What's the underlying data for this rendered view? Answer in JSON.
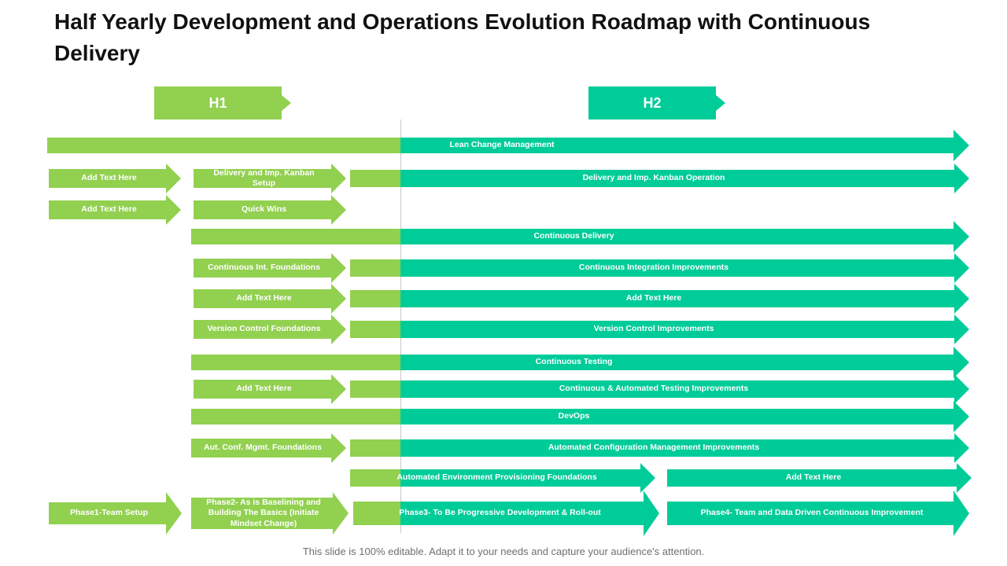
{
  "title": "Half Yearly Development and Operations Evolution Roadmap with Continuous Delivery",
  "footer": "This slide is 100% editable. Adapt it to your needs and capture your audience's attention.",
  "colors": {
    "h1": "#92d050",
    "h2": "#00cc99"
  },
  "halves": {
    "h1": "H1",
    "h2": "H2"
  },
  "rows": [
    {
      "id": "lean-change",
      "items": [
        {
          "type": "bar",
          "label": "Lean Change Management"
        }
      ]
    },
    {
      "id": "delivery-kanban",
      "items": [
        {
          "type": "arrow",
          "label": "Add Text Here"
        },
        {
          "type": "arrow",
          "label": "Delivery and Imp.  Kanban Setup"
        },
        {
          "type": "bar",
          "label": "Delivery and Imp.  Kanban Operation"
        }
      ]
    },
    {
      "id": "quick-wins",
      "items": [
        {
          "type": "arrow",
          "label": "Add Text Here"
        },
        {
          "type": "arrow",
          "label": "Quick Wins"
        }
      ]
    },
    {
      "id": "continuous-delivery",
      "items": [
        {
          "type": "bar",
          "label": "Continuous Delivery"
        }
      ]
    },
    {
      "id": "continuous-integration",
      "items": [
        {
          "type": "arrow",
          "label": "Continuous Int. Foundations"
        },
        {
          "type": "bar",
          "label": "Continuous Integration Improvements"
        }
      ]
    },
    {
      "id": "add-text-row",
      "items": [
        {
          "type": "arrow",
          "label": "Add Text Here"
        },
        {
          "type": "bar",
          "label": "Add Text Here"
        }
      ]
    },
    {
      "id": "version-control",
      "items": [
        {
          "type": "arrow",
          "label": "Version Control Foundations"
        },
        {
          "type": "bar",
          "label": "Version Control Improvements"
        }
      ]
    },
    {
      "id": "continuous-testing",
      "items": [
        {
          "type": "bar",
          "label": "Continuous Testing"
        }
      ]
    },
    {
      "id": "automated-testing",
      "items": [
        {
          "type": "arrow",
          "label": "Add Text Here"
        },
        {
          "type": "bar",
          "label": "Continuous & Automated Testing Improvements"
        }
      ]
    },
    {
      "id": "devops",
      "items": [
        {
          "type": "bar",
          "label": "DevOps"
        }
      ]
    },
    {
      "id": "config-mgmt",
      "items": [
        {
          "type": "arrow",
          "label": "Aut. Conf. Mgmt. Foundations"
        },
        {
          "type": "bar",
          "label": "Automated Configuration Management Improvements"
        }
      ]
    },
    {
      "id": "env-provisioning",
      "items": [
        {
          "type": "bar",
          "label": "Automated Environment Provisioning Foundations"
        },
        {
          "type": "arrow",
          "label": "Add Text Here"
        }
      ]
    },
    {
      "id": "phases",
      "items": [
        {
          "type": "arrow",
          "label": "Phase1-Team Setup"
        },
        {
          "type": "arrow",
          "label": "Phase2- As is Baselining and Building The Basics (Initiate Mindset Change)"
        },
        {
          "type": "bar",
          "label": "Phase3- To Be Progressive Development & Roll-out"
        },
        {
          "type": "arrow",
          "label": "Phase4- Team and Data Driven Continuous Improvement"
        }
      ]
    }
  ]
}
